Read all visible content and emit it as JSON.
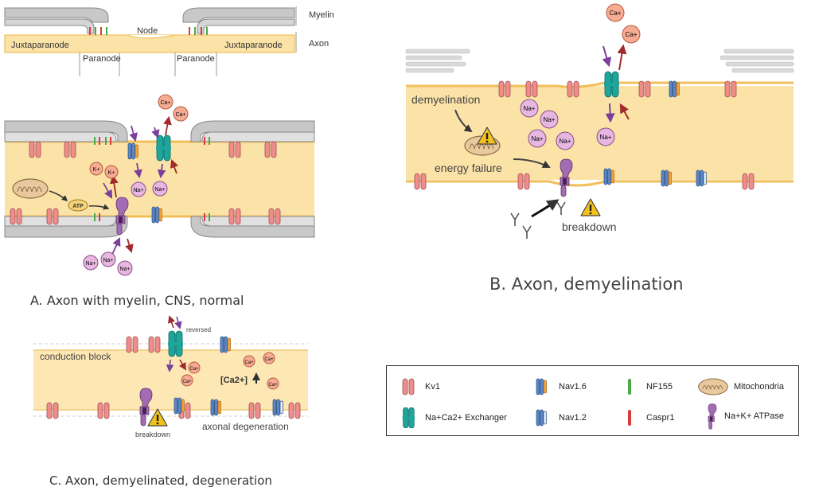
{
  "panel_a": {
    "top_labels": {
      "myelin": "Myelin",
      "axon": "Axon",
      "node": "Node",
      "juxtaparanode_left": "Juxtaparanode",
      "juxtaparanode_right": "Juxtaparanode",
      "paranode_left": "Paranode",
      "paranode_right": "Paranode"
    },
    "ions": {
      "ca1": "Ca+",
      "ca2": "Ca+",
      "k1": "K+",
      "k2": "K+",
      "na1": "Na+",
      "na2": "Na+",
      "na3": "Na+",
      "na4": "Na+",
      "na5": "Na+"
    },
    "atp": "ATP",
    "caption": "A. Axon with myelin, CNS, normal"
  },
  "panel_b": {
    "demyelination": "demyelination",
    "energy_failure": "energy failure",
    "breakdown": "breakdown",
    "ions": {
      "ca1": "Ca+",
      "ca2": "Ca+",
      "na1": "Na+",
      "na2": "Na+",
      "na3": "Na+",
      "na4": "Na+",
      "na5": "Na+"
    },
    "caption": "B. Axon, demyelination"
  },
  "panel_c": {
    "reversed": "reversed",
    "conduction_block": "conduction block",
    "ca_increase": "[Ca2+]",
    "breakdown": "breakdown",
    "axonal_degeneration": "axonal degeneration",
    "ions": {
      "ca1": "Ca+",
      "ca2": "Ca+",
      "ca3": "Ca+",
      "ca4": "Ca+",
      "ca5": "Ca+"
    },
    "caption": "C. Axon, demyelinated, degeneration"
  },
  "legend": {
    "kv1": "Kv1",
    "nav16": "Nav1.6",
    "nf155": "NF155",
    "mito": "Mitochondria",
    "ncx": "Na+Ca2+ Exchanger",
    "nav12": "Nav1.2",
    "caspr1": "Caspr1",
    "nka": "Na+K+ ATPase"
  },
  "colors": {
    "axon_fill": "#fbe3a8",
    "axon_edge": "#f0bf5a",
    "myelin": "#c8c8c8",
    "kv1": "#ef8c8c",
    "nav_blue": "#5b86c4",
    "nav_orange": "#f2a23c",
    "ncx": "#1fa59b",
    "nka": "#a46bb5",
    "na_ion": "#e7b7e2",
    "ca_ion": "#f6ab93",
    "arrow_purple": "#7a3f99",
    "arrow_red": "#a12a2a",
    "nf155": "#4aa948",
    "caspr1": "#d83b3b",
    "warning": "#f2c21b"
  }
}
